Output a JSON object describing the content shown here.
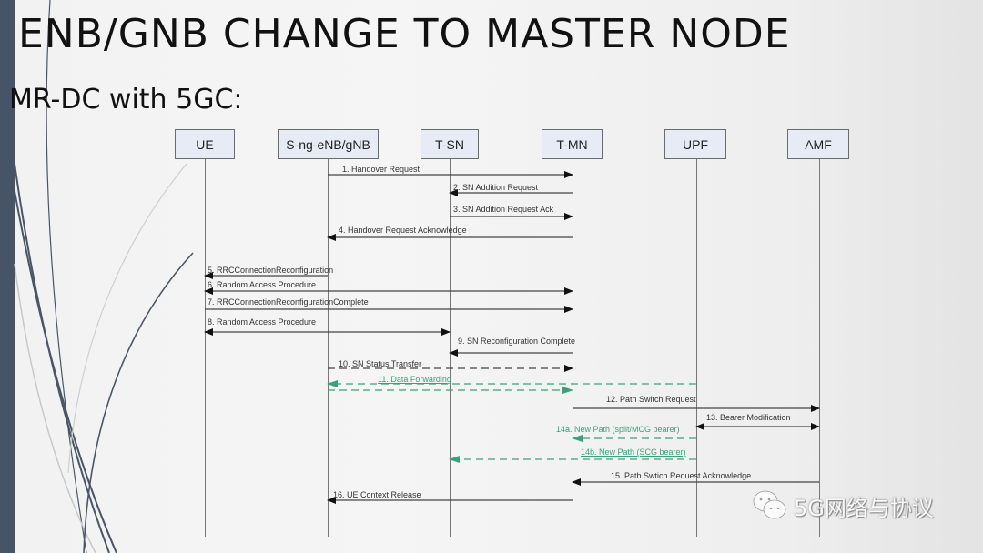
{
  "slide": {
    "title": "ENB/GNB CHANGE TO MASTER NODE",
    "subtitle": "MR-DC with 5GC:",
    "sidebar_color": "#475467"
  },
  "diagram": {
    "type": "sequence",
    "colors": {
      "control": "#333333",
      "user_plane": "#3aa27a",
      "node_fill": "#e6ebf5",
      "node_border": "#6b6b6b"
    },
    "nodes": [
      {
        "id": "UE",
        "label": "UE"
      },
      {
        "id": "S-ng-eNB/gNB",
        "label": "S-ng-eNB/gNB"
      },
      {
        "id": "T-SN",
        "label": "T-SN"
      },
      {
        "id": "T-MN",
        "label": "T-MN"
      },
      {
        "id": "UPF",
        "label": "UPF"
      },
      {
        "id": "AMF",
        "label": "AMF"
      }
    ],
    "messages": [
      {
        "label": "1. Handover Request",
        "from": "S-ng-eNB/gNB",
        "to": "T-MN",
        "style": "solid"
      },
      {
        "label": "2. SN Addition Request",
        "from": "T-MN",
        "to": "T-SN",
        "style": "solid"
      },
      {
        "label": "3. SN Addition Request Ack",
        "from": "T-SN",
        "to": "T-MN",
        "style": "solid"
      },
      {
        "label": "4. Handover Request Acknowledge",
        "from": "T-MN",
        "to": "S-ng-eNB/gNB",
        "style": "solid"
      },
      {
        "label": "5. RRCConnectionReconfiguration",
        "from": "S-ng-eNB/gNB",
        "to": "UE",
        "style": "solid"
      },
      {
        "label": "6. Random Access Procedure",
        "from": "UE",
        "to": "T-MN",
        "style": "solid-bidirectional"
      },
      {
        "label": "7. RRCConnectionReconfigurationComplete",
        "from": "UE",
        "to": "T-MN",
        "style": "solid"
      },
      {
        "label": "8. Random Access Procedure",
        "from": "UE",
        "to": "T-SN",
        "style": "solid-bidirectional"
      },
      {
        "label": "9. SN Reconfiguration Complete",
        "from": "T-MN",
        "to": "T-SN",
        "style": "solid"
      },
      {
        "label": "10. SN Status Transfer",
        "from": "S-ng-eNB/gNB",
        "to": "T-MN",
        "style": "dashed"
      },
      {
        "label": "11. Data Forwarding",
        "from": "UPF",
        "to": "S-ng-eNB/gNB",
        "style": "dashed-green",
        "also": "S-ng-eNB/gNB to T-MN"
      },
      {
        "label": "12. Path Switch Request",
        "from": "T-MN",
        "to": "AMF",
        "style": "solid"
      },
      {
        "label": "13. Bearer Modification",
        "from": "UPF",
        "to": "AMF",
        "style": "solid-bidirectional"
      },
      {
        "label": "14a. New Path (split/MCG bearer)",
        "from": "UPF",
        "to": "T-MN",
        "style": "dashed-green"
      },
      {
        "label": "14b. New Path (SCG bearer)",
        "from": "UPF",
        "to": "T-SN",
        "style": "dashed-green"
      },
      {
        "label": "15. Path Swtich Request Acknowledge",
        "from": "AMF",
        "to": "T-MN",
        "style": "solid"
      },
      {
        "label": "16. UE Context Release",
        "from": "T-MN",
        "to": "S-ng-eNB/gNB",
        "style": "solid"
      }
    ]
  },
  "watermark": {
    "icon": "wechat-icon",
    "text": "5G网络与协议"
  }
}
